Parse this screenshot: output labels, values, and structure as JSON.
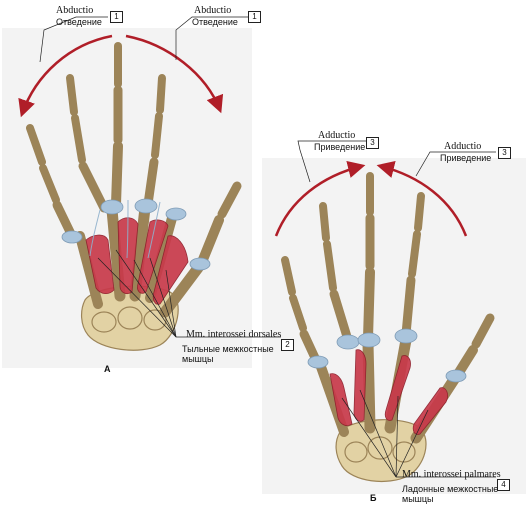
{
  "labels": {
    "abduction_latin": "Abductio",
    "abduction_ru": "Отведение",
    "adduction_latin": "Adductio",
    "adduction_ru": "Приведение",
    "dorsal_latin": "Mm. interossei dorsales",
    "dorsal_ru_1": "Тыльные межкостные",
    "dorsal_ru_2": "мышцы",
    "palmar_latin": "Mm. interossei palmares",
    "palmar_ru_1": "Ладонные межкостные",
    "palmar_ru_2": "мышцы"
  },
  "numbers": {
    "n1": "1",
    "n2": "2",
    "n3": "3",
    "n4": "4"
  },
  "panels": {
    "a": "А",
    "b": "Б"
  },
  "colors": {
    "bone": "#e2d2a4",
    "bone_edge": "#9c8458",
    "muscle": "#c83a4a",
    "cartilage": "#a9c4dc",
    "arrow": "#b01e28"
  }
}
